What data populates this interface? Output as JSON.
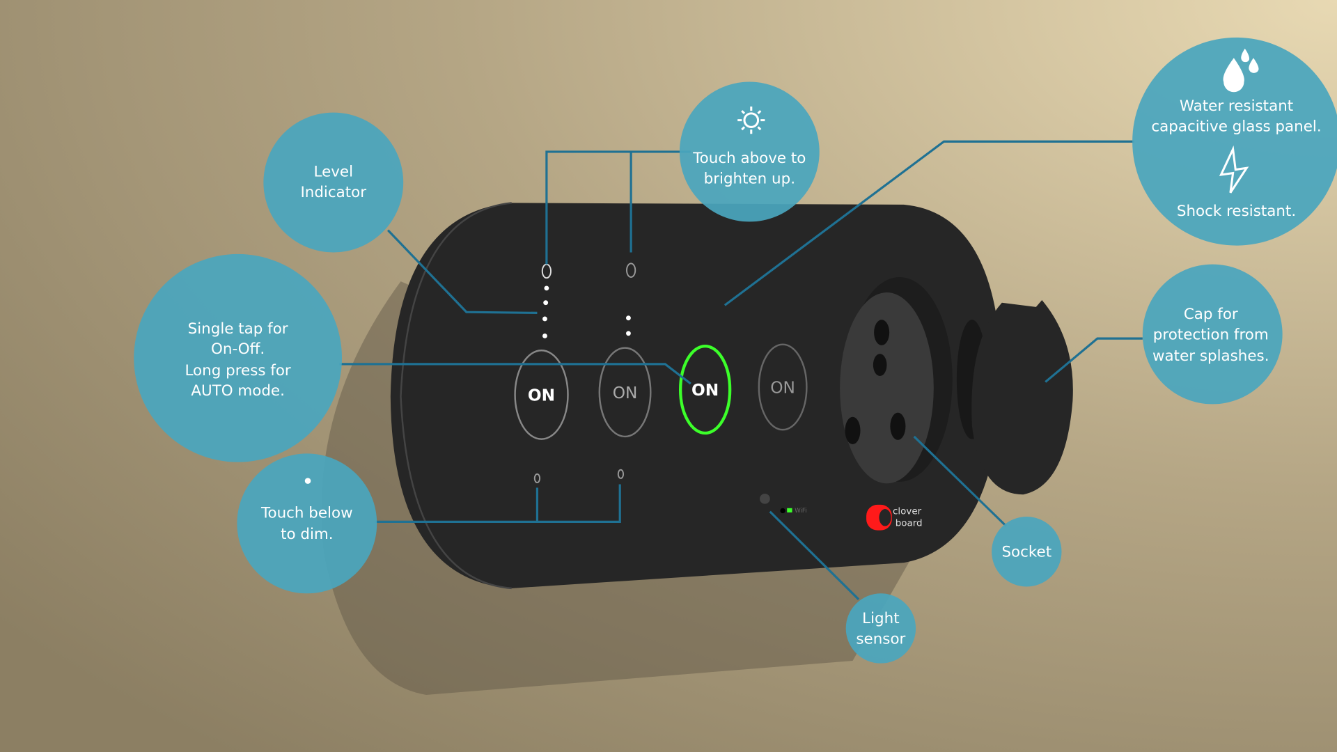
{
  "callouts": {
    "level": [
      "Level",
      "Indicator"
    ],
    "brighten": [
      "Touch above to",
      "brighten up."
    ],
    "water": [
      "Water resistant",
      "capacitive glass panel."
    ],
    "shock": "Shock resistant.",
    "tap": [
      "Single tap for",
      "On-Off.",
      "Long press for",
      "AUTO mode."
    ],
    "dim": [
      "Touch below",
      "to dim."
    ],
    "cap": [
      "Cap for",
      "protection from",
      "water splashes."
    ],
    "socket": "Socket",
    "sensor": [
      "Light",
      "sensor"
    ]
  },
  "panel": {
    "buttons": [
      {
        "label": "ON",
        "state": "on"
      },
      {
        "label": "ON",
        "state": "off"
      },
      {
        "label": "ON",
        "state": "active"
      },
      {
        "label": "ON",
        "state": "off"
      }
    ],
    "wifi_label": "WiFi",
    "brand": [
      "clover",
      "board"
    ]
  },
  "colors": {
    "bubble": "#4aa6bd",
    "leader": "#1f7193",
    "active_ring": "#3cff2a",
    "brand": "#ff1a1a"
  }
}
